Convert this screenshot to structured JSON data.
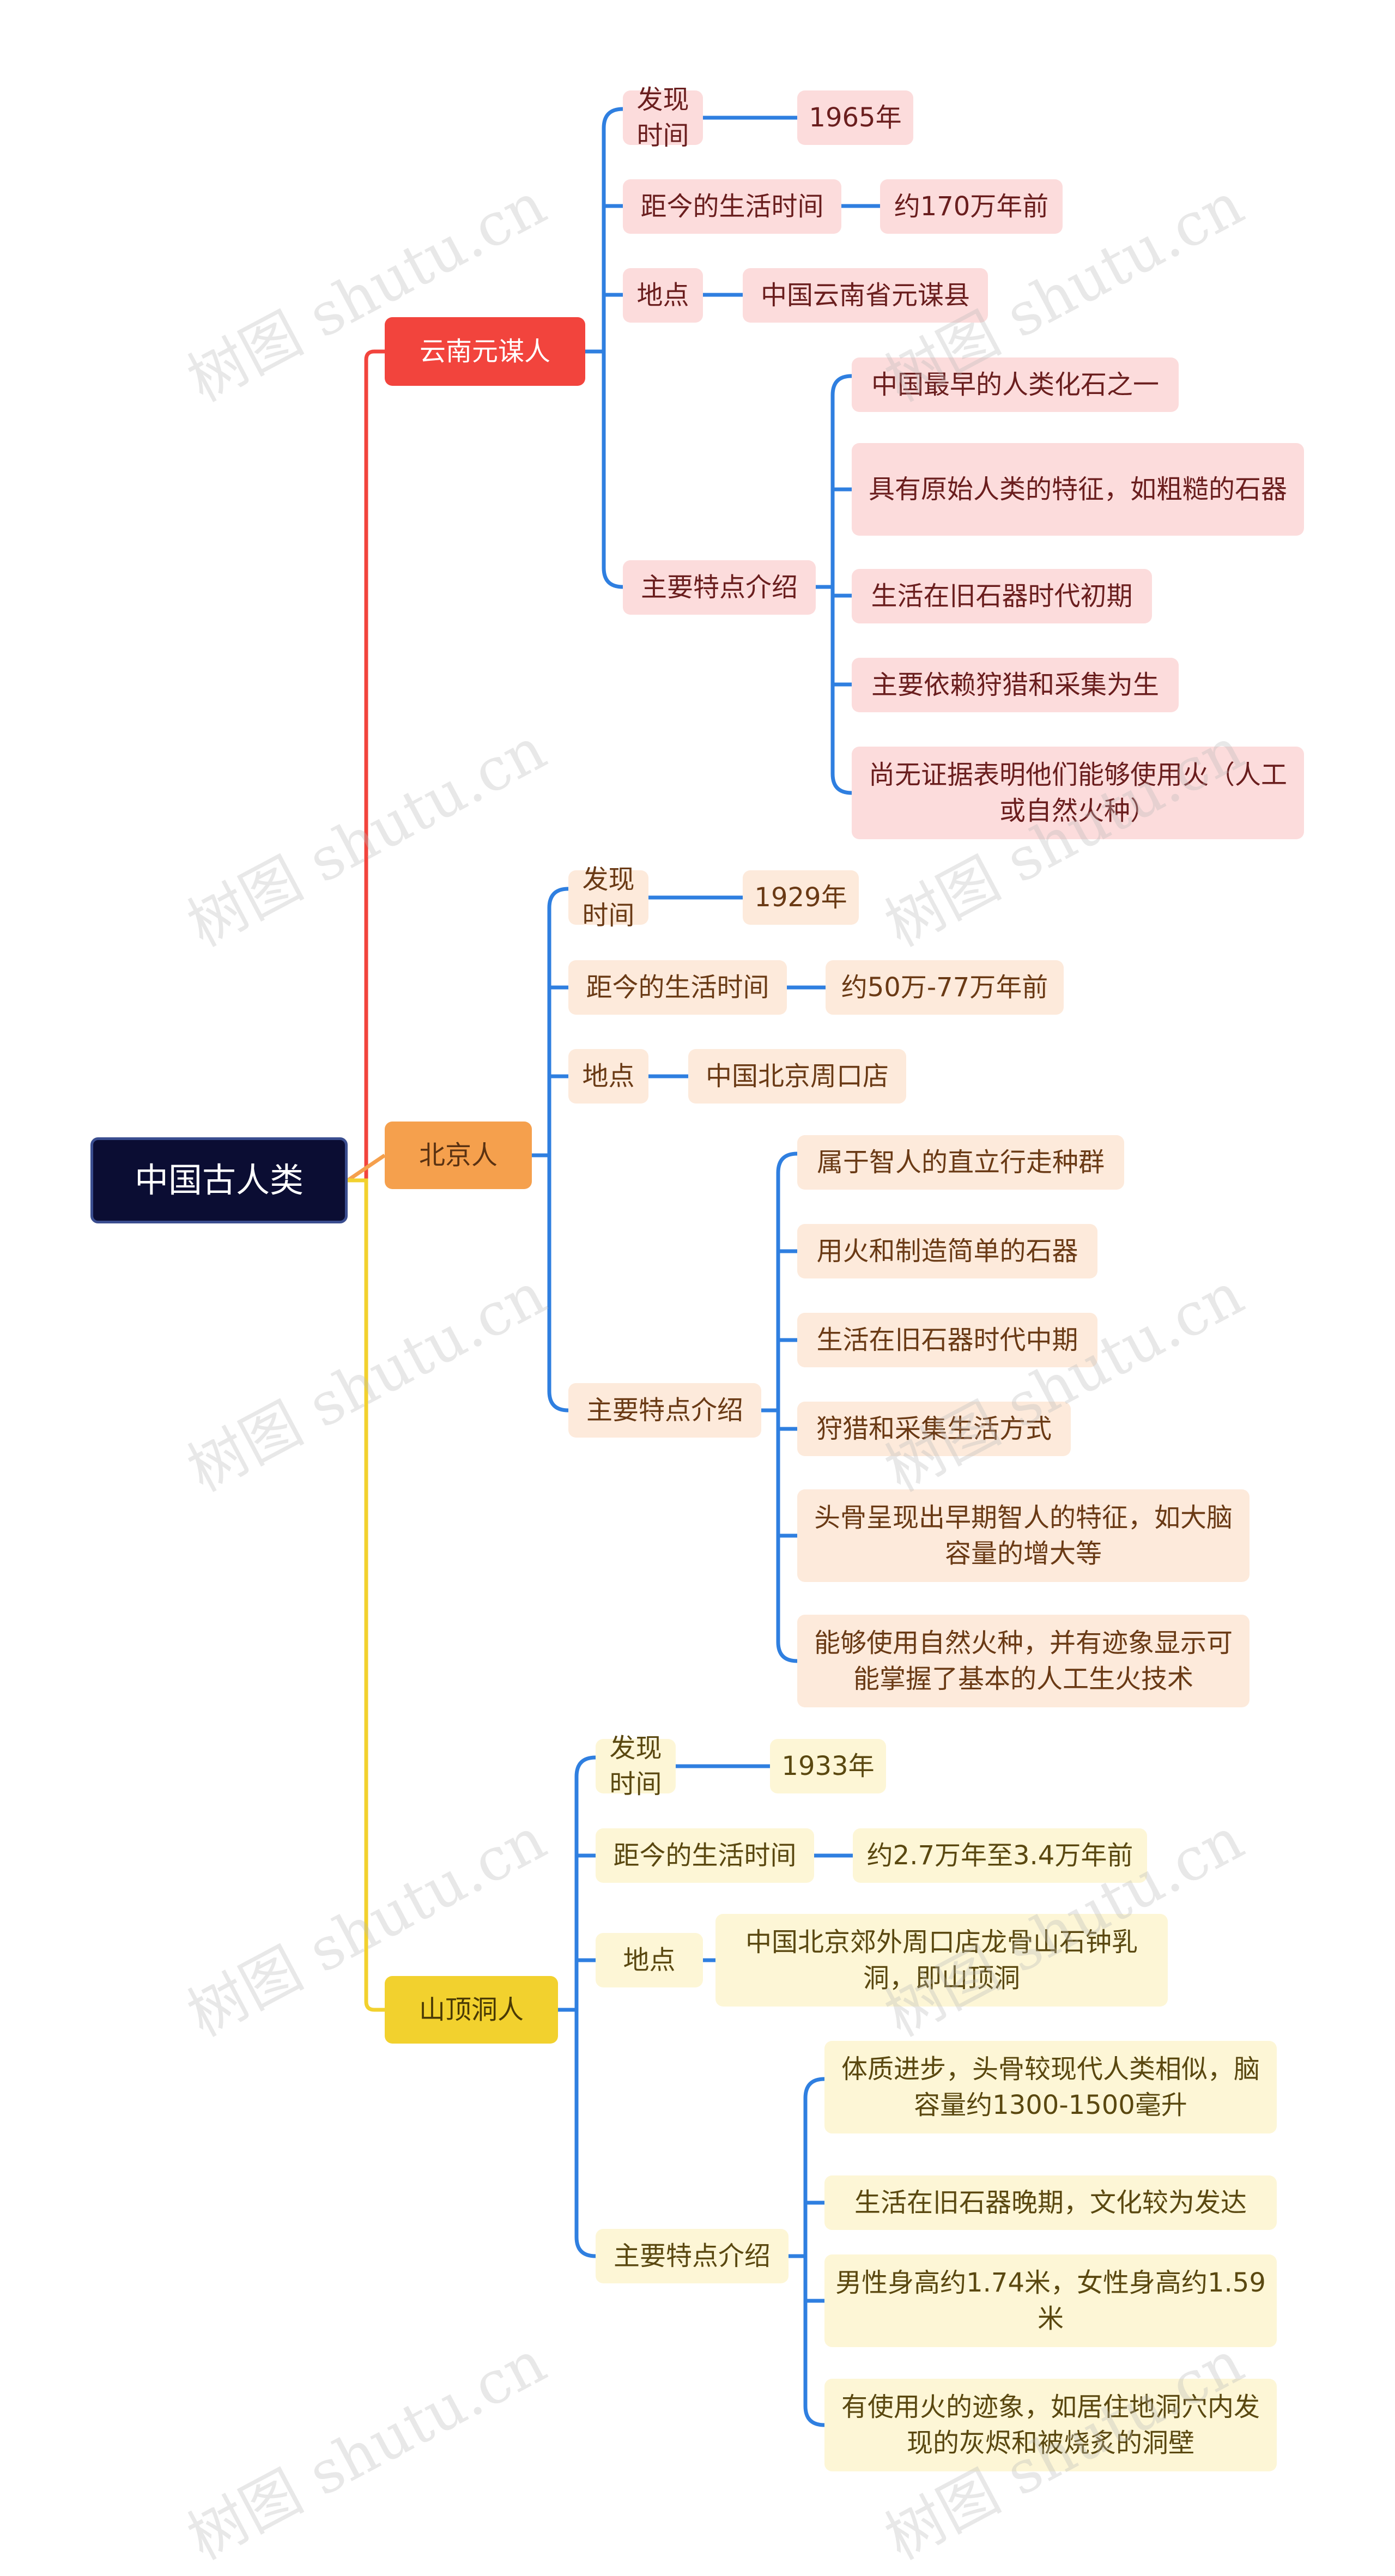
{
  "watermark": "树图 shutu.cn",
  "root": "中国古人类",
  "branches": [
    {
      "label": "云南元谋人",
      "discovery_label": "发现时间",
      "discovery_value": "1965年",
      "distance_label": "距今的生活时间",
      "distance_value": "约170万年前",
      "place_label": "地点",
      "place_value": "中国云南省元谋县",
      "features_label": "主要特点介绍",
      "features": [
        "中国最早的人类化石之一",
        "具有原始人类的特征，如粗糙的石器",
        "生活在旧石器时代初期",
        "主要依赖狩猎和采集为生",
        "尚无证据表明他们能够使用火（人工或自然火种）"
      ]
    },
    {
      "label": "北京人",
      "discovery_label": "发现时间",
      "discovery_value": "1929年",
      "distance_label": "距今的生活时间",
      "distance_value": "约50万-77万年前",
      "place_label": "地点",
      "place_value": "中国北京周口店",
      "features_label": "主要特点介绍",
      "features": [
        "属于智人的直立行走种群",
        "用火和制造简单的石器",
        "生活在旧石器时代中期",
        "狩猎和采集生活方式",
        "头骨呈现出早期智人的特征，如大脑容量的增大等",
        "能够使用自然火种，并有迹象显示可能掌握了基本的人工生火技术"
      ]
    },
    {
      "label": "山顶洞人",
      "discovery_label": "发现时间",
      "discovery_value": "1933年",
      "distance_label": "距今的生活时间",
      "distance_value": "约2.7万年至3.4万年前",
      "place_label": "地点",
      "place_value": "中国北京郊外周口店龙骨山石钟乳洞，即山顶洞",
      "features_label": "主要特点介绍",
      "features": [
        "体质进步，头骨较现代人类相似，脑容量约1300-1500毫升",
        "生活在旧石器晚期，文化较为发达",
        "男性身高约1.74米，女性身高约1.59米",
        "有使用火的迹象，如居住地洞穴内发现的灰烬和被烧炙的洞壁"
      ]
    }
  ],
  "colors": {
    "root_bg": "#0b0d33",
    "branch_yunnan": "#f2443d",
    "branch_beijing": "#f5a04d",
    "branch_shanding": "#f2d12e",
    "connector": "#2f7fe0"
  }
}
